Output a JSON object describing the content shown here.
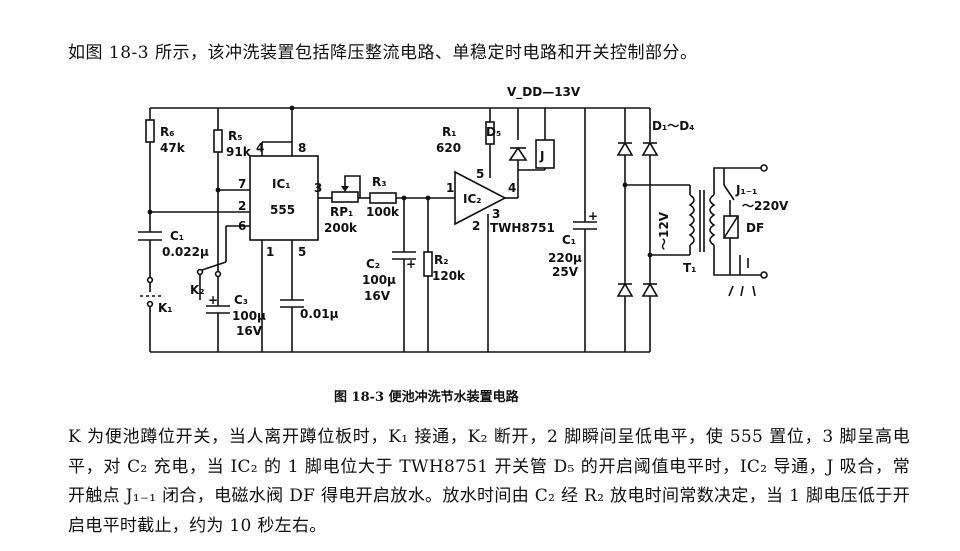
{
  "intro": "如图 18-3 所示，该冲洗装置包括降压整流电路、单稳定时电路和开关控制部分。",
  "figure_caption": "图 18-3    便池冲洗节水装置电路",
  "body": "K 为便池蹲位开关，当人离开蹲位板时，K₁ 接通，K₂ 断开，2 脚瞬间呈低电平，使 555 置位，3 脚呈高电平，对 C₂ 充电，当 IC₂ 的 1 脚电位大于 TWH8751 开关管 D₅ 的开启阈值电平时，IC₂ 导通，J 吸合，常开触点 J₁₋₁ 闭合，电磁水阀 DF 得电开启放水。放水时间由 C₂ 经 R₂ 放电时间常数决定，当 1 脚电压低于开启电平时截止，约为 10 秒左右。",
  "circuit": {
    "vdd": "V_DD—13V",
    "r6": "R₆",
    "r6_val": "47k",
    "r5": "R₅",
    "r5_val": "91k",
    "c1": "C₁",
    "c1_val": "0.022μ",
    "k1": "K₁",
    "k2": "K₂",
    "c3": "C₃",
    "c3_val": "100μ",
    "c3_v": "16V",
    "ic1": "IC₁",
    "ic1_type": "555",
    "pin4": "4",
    "pin8": "8",
    "pin7": "7",
    "pin2": "2",
    "pin6": "6",
    "pin3": "3",
    "pin1": "1",
    "pin5": "5",
    "c_pin5_val": "0.01μ",
    "rp1": "RP₁",
    "rp1_val": "200k",
    "r3": "R₃",
    "r3_val": "100k",
    "c2": "C₂",
    "c2_val": "100μ",
    "c2_v": "16V",
    "r2": "R₂",
    "r2_val": "120k",
    "r1": "R₁",
    "r1_val": "620",
    "d5": "D₅",
    "relay": "J",
    "ic2": "IC₂",
    "ic2_type": "TWH8751",
    "ic2_pin1": "1",
    "ic2_pin2": "2",
    "ic2_pin3": "3",
    "ic2_pin4": "4",
    "ic2_pin5": "5",
    "c1b": "C₁",
    "c1b_val": "220μ",
    "c1b_v": "25V",
    "diodes": "D₁～D₄",
    "v12": "～12V",
    "t1": "T₁",
    "j11": "J₁₋₁",
    "v220": "～220V",
    "df": "DF",
    "plus": "+"
  }
}
